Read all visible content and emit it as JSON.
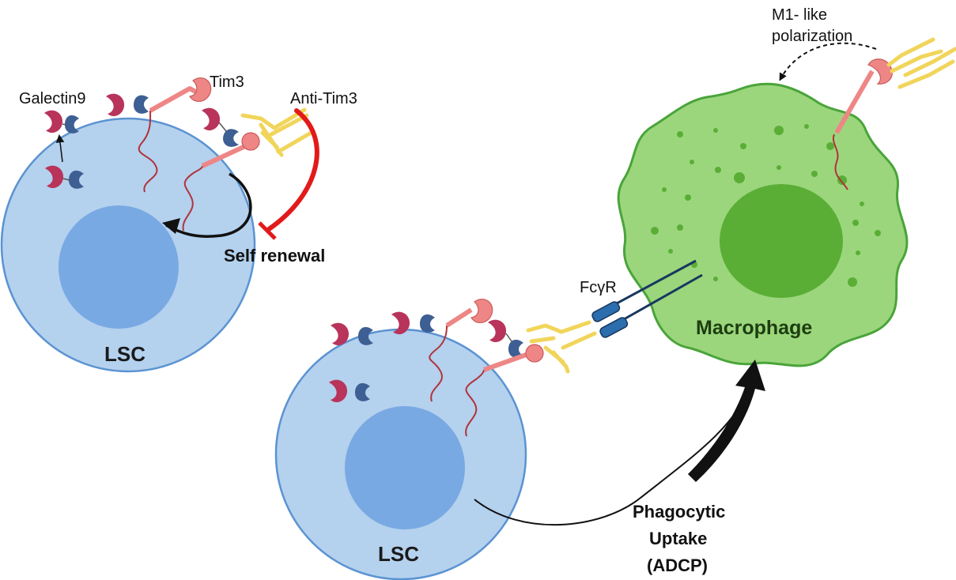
{
  "labels": {
    "galectin9": "Galectin9",
    "tim3": "Tim3",
    "anti_tim3": "Anti-Tim3",
    "self_renewal": "Self renewal",
    "lsc_left": "LSC",
    "lsc_right": "LSC",
    "m1_line1": "M1- like",
    "m1_line2": "polarization",
    "fcgr": "FcγR",
    "macrophage": "Macrophage",
    "phago_line1": "Phagocytic",
    "phago_line2": "Uptake",
    "phago_line3": "(ADCP)"
  },
  "colors": {
    "lsc_fill": "#b4d1ee",
    "lsc_stroke": "#5b93d1",
    "nucleus": "#79a9e3",
    "macrophage_fill": "#9bd67c",
    "macrophage_stroke": "#4aa43a",
    "macrophage_nucleus": "#5aae36",
    "galectin_crimson": "#b8345a",
    "galectin_blue": "#3d5f93",
    "tim3_pink": "#ee8686",
    "tim3_tail": "#b2323a",
    "antibody_yellow": "#f1d55b",
    "fcgr_dark": "#19375f",
    "fcgr_blue": "#2b6dad",
    "inhibit_red": "#e21a1a"
  }
}
